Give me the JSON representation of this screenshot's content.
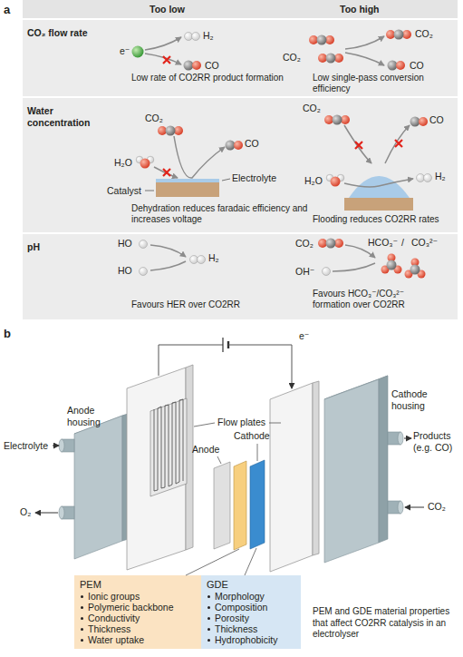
{
  "diagram": {
    "nodes": [
      {
        "text": [
          "CO₂ flow rate",
          "Low rate of CO2RR product formation",
          "Low single-pass conversion efficiency"
        ]
      },
      {
        "text": [
          "Water concentration",
          "Dehydration reduces faradaic efficiency and increases voltage",
          "Flooding reduces CO2RR rates"
        ]
      },
      {
        "text": [
          "pH",
          "Favours HER over CO2RR",
          "Favours HCO₃⁻/CO₃²⁻ formation over CO2RR"
        ]
      },
      {
        "text": [
          "PEM",
          "Ionic groups",
          "Polymeric backbone",
          "Conductivity",
          "Thickness",
          "Water uptake"
        ]
      },
      {
        "text": [
          "GDE",
          "Morphology",
          "Composition",
          "Porosity",
          "Thickness",
          "Hydrophobicity"
        ]
      }
    ],
    "labels": [
      "a",
      "Too low",
      "Too high",
      "e⁻",
      "H₂",
      "CO",
      "CO₂",
      "CO₂",
      "CO",
      "CO₂",
      "H₂O",
      "CO",
      "Electrolyte",
      "Catalyst",
      "CO₂",
      "CO",
      "H₂O",
      "H₂",
      "HO",
      "HO",
      "H₂",
      "CO₂",
      "OH⁻",
      "HCO₃⁻",
      "/",
      "CO₃²⁻",
      "b",
      "e⁻",
      "Flow plates",
      "Cathode",
      "Anode housing",
      "Cathode housing",
      "Anode",
      "Electrolyte",
      "Products (e.g. CO)",
      "O₂",
      "CO₂",
      "PEM and GDE material properties that affect CO2RR catalysis in an electrolyser"
    ]
  }
}
